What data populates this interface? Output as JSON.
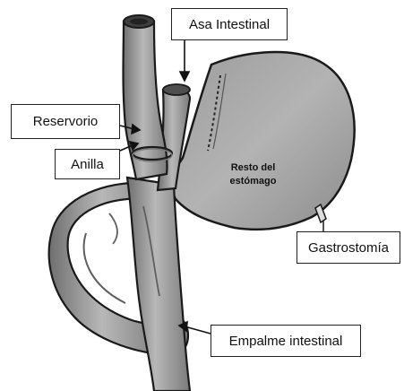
{
  "labels": {
    "asa_intestinal": "Asa Intestinal",
    "reservorio": "Reservorio",
    "anilla": "Anilla",
    "resto_line1": "Resto del",
    "resto_line2": "estómago",
    "gastrostomia": "Gastrostomía",
    "empalme": "Empalme intestinal"
  },
  "colors": {
    "organ_fill": "#a9a9a9",
    "organ_dark": "#5e5e5e",
    "outline": "#1a1a1a",
    "background": "#ffffff"
  }
}
